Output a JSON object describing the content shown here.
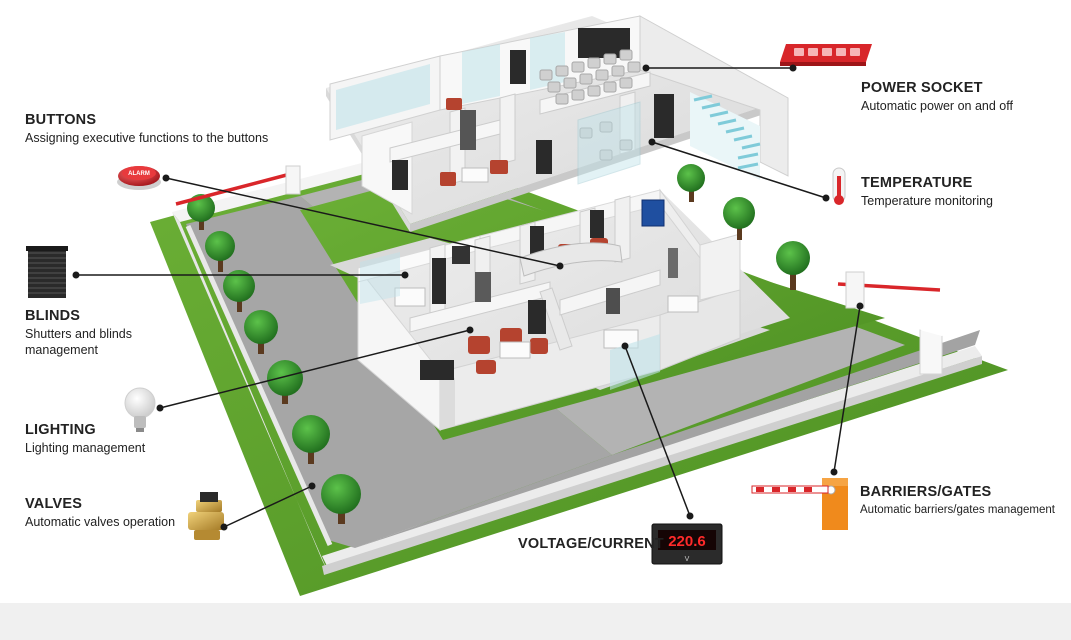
{
  "labels": {
    "buttons": {
      "title": "BUTTONS",
      "desc": "Assigning executive functions to the buttons"
    },
    "blinds": {
      "title": "BLINDS",
      "desc_line1": "Shutters and blinds",
      "desc_line2": "management"
    },
    "lighting": {
      "title": "LIGHTING",
      "desc": "Lighting management"
    },
    "valves": {
      "title": "VALVES",
      "desc": "Automatic valves operation"
    },
    "power_socket": {
      "title": "POWER SOCKET",
      "desc": "Automatic power on and off"
    },
    "temperature": {
      "title": "TEMPERATURE",
      "desc": "Temperature monitoring"
    },
    "barriers": {
      "title": "BARRIERS/GATES",
      "desc": "Automatic barriers/gates management"
    },
    "voltage": {
      "title": "VOLTAGE/CURRENT"
    }
  },
  "devices": {
    "alarm_button_text": "ALARM",
    "meter_display": "220.6",
    "meter_unit": "V"
  },
  "colors": {
    "grass": "#5a9e2a",
    "grass_dark": "#3f7a1c",
    "road": "#a6a6a6",
    "wall": "#f2f2f2",
    "tree": "#2f8f2a",
    "barrier_orange": "#f08a1c",
    "barrier_red": "#d9262a",
    "socket_red": "#d8262a",
    "glass": "#bfe3ea",
    "sofa": "#b5432f"
  },
  "icons": [
    "alarm-button-icon",
    "shutter-icon",
    "light-bulb-icon",
    "valve-icon",
    "power-strip-icon",
    "thermometer-icon",
    "barrier-gate-icon",
    "voltage-meter-icon"
  ]
}
